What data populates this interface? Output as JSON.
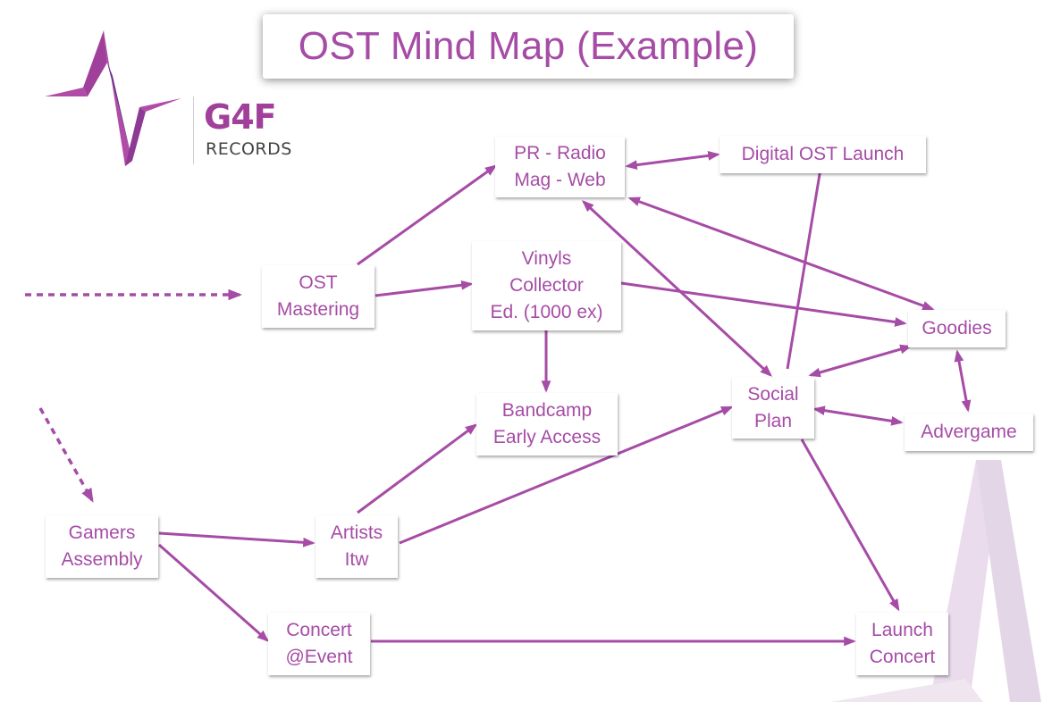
{
  "title": "OST Mind Map (Example)",
  "logo": {
    "brand": "G4F",
    "subtitle": "RECORDS",
    "icon": "pulse-wave-logo-icon"
  },
  "colors": {
    "accent": "#a64ca6",
    "edge": "#a64ca6",
    "logo_purple": "#a0409a",
    "logo_dark": "#5a2a7a",
    "background_watermark": "#e8dcea"
  },
  "nodes": [
    {
      "id": "pr",
      "lines": [
        "PR - Radio",
        "Mag - Web"
      ]
    },
    {
      "id": "digital",
      "lines": [
        "Digital OST Launch"
      ]
    },
    {
      "id": "mastering",
      "lines": [
        "OST",
        "Mastering"
      ]
    },
    {
      "id": "vinyls",
      "lines": [
        "Vinyls",
        "Collector",
        "Ed. (1000 ex)"
      ]
    },
    {
      "id": "goodies",
      "lines": [
        "Goodies"
      ]
    },
    {
      "id": "bandcamp",
      "lines": [
        "Bandcamp",
        "Early Access"
      ]
    },
    {
      "id": "social",
      "lines": [
        "Social",
        "Plan"
      ]
    },
    {
      "id": "advergame",
      "lines": [
        "Advergame"
      ]
    },
    {
      "id": "gamers",
      "lines": [
        "Gamers",
        "Assembly"
      ]
    },
    {
      "id": "artists",
      "lines": [
        "Artists",
        "Itw"
      ]
    },
    {
      "id": "concert_event",
      "lines": [
        "Concert",
        "@Event"
      ]
    },
    {
      "id": "launch_concert",
      "lines": [
        "Launch",
        "Concert"
      ]
    }
  ],
  "edges": [
    {
      "from": "incoming_left",
      "to": "mastering",
      "style": "dashed",
      "direction": "forward"
    },
    {
      "from": "incoming_top_left",
      "to": "gamers",
      "style": "dashed",
      "direction": "forward"
    },
    {
      "from": "mastering",
      "to": "pr",
      "style": "solid",
      "direction": "forward"
    },
    {
      "from": "mastering",
      "to": "vinyls",
      "style": "solid",
      "direction": "forward"
    },
    {
      "from": "pr",
      "to": "digital",
      "style": "solid",
      "direction": "both"
    },
    {
      "from": "pr",
      "to": "goodies",
      "style": "solid",
      "direction": "both"
    },
    {
      "from": "pr",
      "to": "social",
      "style": "solid",
      "direction": "both"
    },
    {
      "from": "vinyls",
      "to": "goodies",
      "style": "solid",
      "direction": "forward"
    },
    {
      "from": "vinyls",
      "to": "bandcamp",
      "style": "solid",
      "direction": "forward"
    },
    {
      "from": "social",
      "to": "digital",
      "style": "solid",
      "direction": "forward"
    },
    {
      "from": "social",
      "to": "goodies",
      "style": "solid",
      "direction": "both"
    },
    {
      "from": "social",
      "to": "advergame",
      "style": "solid",
      "direction": "both"
    },
    {
      "from": "goodies",
      "to": "advergame",
      "style": "solid",
      "direction": "both"
    },
    {
      "from": "social",
      "to": "launch_concert",
      "style": "solid",
      "direction": "forward"
    },
    {
      "from": "gamers",
      "to": "artists",
      "style": "solid",
      "direction": "forward"
    },
    {
      "from": "gamers",
      "to": "concert_event",
      "style": "solid",
      "direction": "forward"
    },
    {
      "from": "artists",
      "to": "bandcamp",
      "style": "solid",
      "direction": "forward"
    },
    {
      "from": "artists",
      "to": "social",
      "style": "solid",
      "direction": "forward"
    },
    {
      "from": "concert_event",
      "to": "launch_concert",
      "style": "solid",
      "direction": "forward"
    }
  ]
}
